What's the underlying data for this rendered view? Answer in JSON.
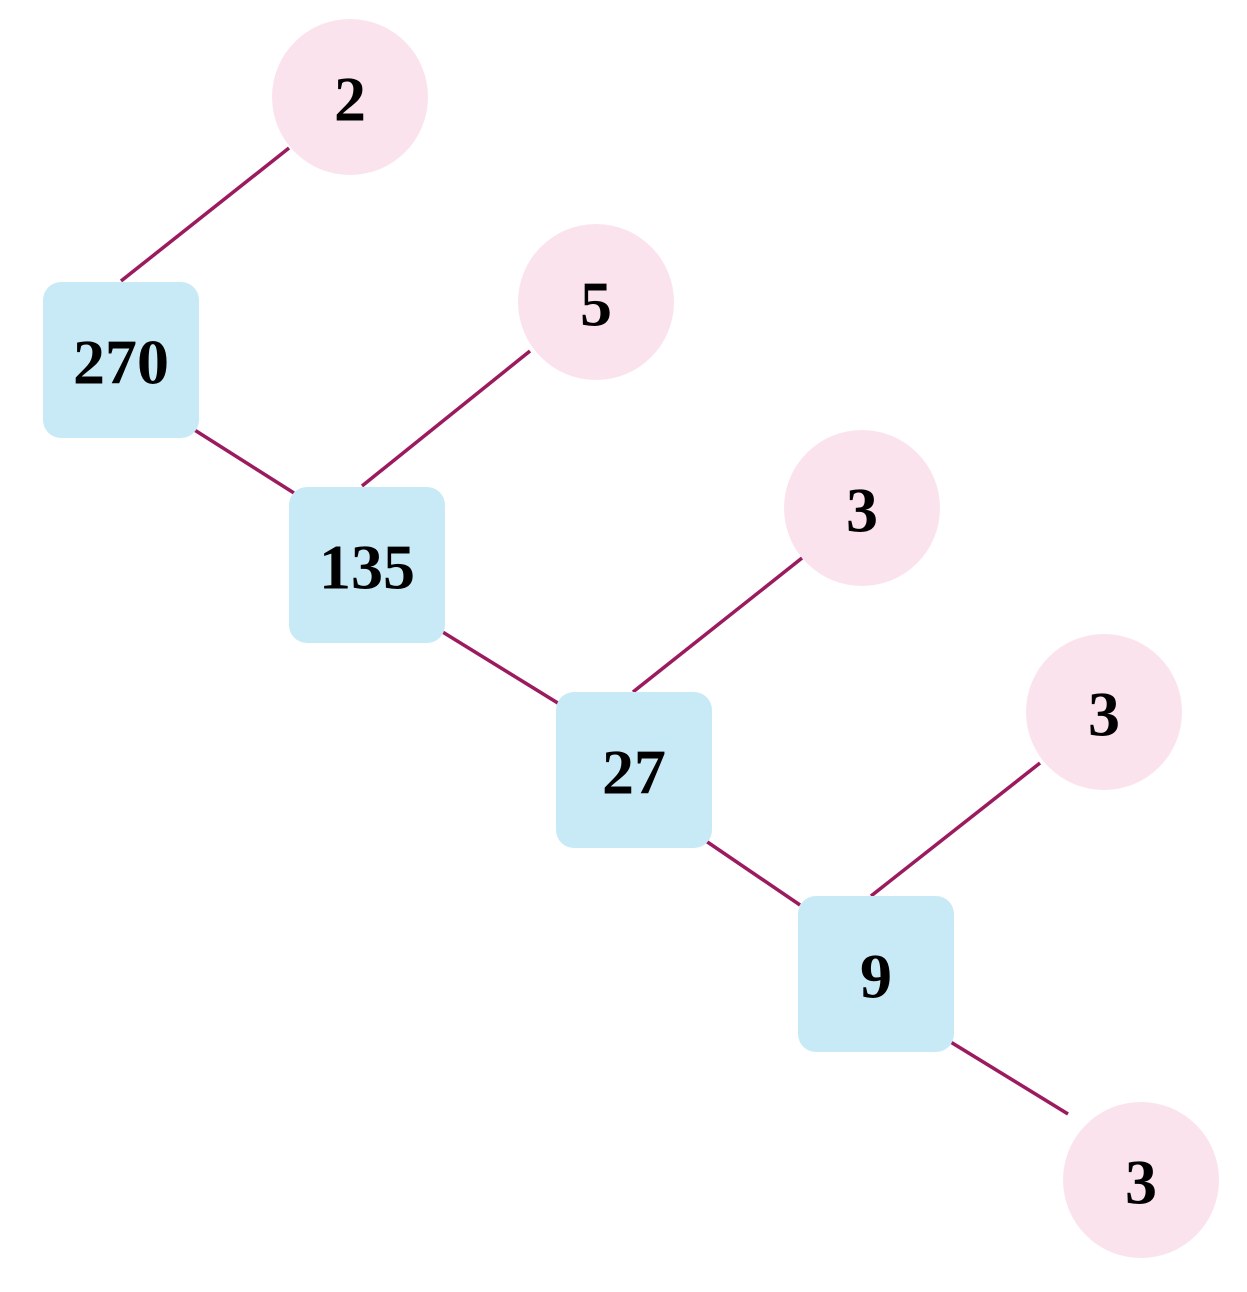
{
  "colors": {
    "composite_fill": "#c8eaf7",
    "prime_fill": "#fbe3ee",
    "edge": "#9b1b5e",
    "text": "#000000"
  },
  "composites": [
    {
      "id": "c270",
      "value": "270"
    },
    {
      "id": "c135",
      "value": "135"
    },
    {
      "id": "c27",
      "value": "27"
    },
    {
      "id": "c9",
      "value": "9"
    }
  ],
  "primes": [
    {
      "id": "p2",
      "value": "2"
    },
    {
      "id": "p5",
      "value": "5"
    },
    {
      "id": "p3a",
      "value": "3"
    },
    {
      "id": "p3b",
      "value": "3"
    },
    {
      "id": "p3c",
      "value": "3"
    }
  ],
  "edges": [
    {
      "from": "c270",
      "to": "p2"
    },
    {
      "from": "c270",
      "to": "c135"
    },
    {
      "from": "c135",
      "to": "p5"
    },
    {
      "from": "c135",
      "to": "c27"
    },
    {
      "from": "c27",
      "to": "p3a"
    },
    {
      "from": "c27",
      "to": "c9"
    },
    {
      "from": "c9",
      "to": "p3b"
    },
    {
      "from": "c9",
      "to": "p3c"
    }
  ]
}
